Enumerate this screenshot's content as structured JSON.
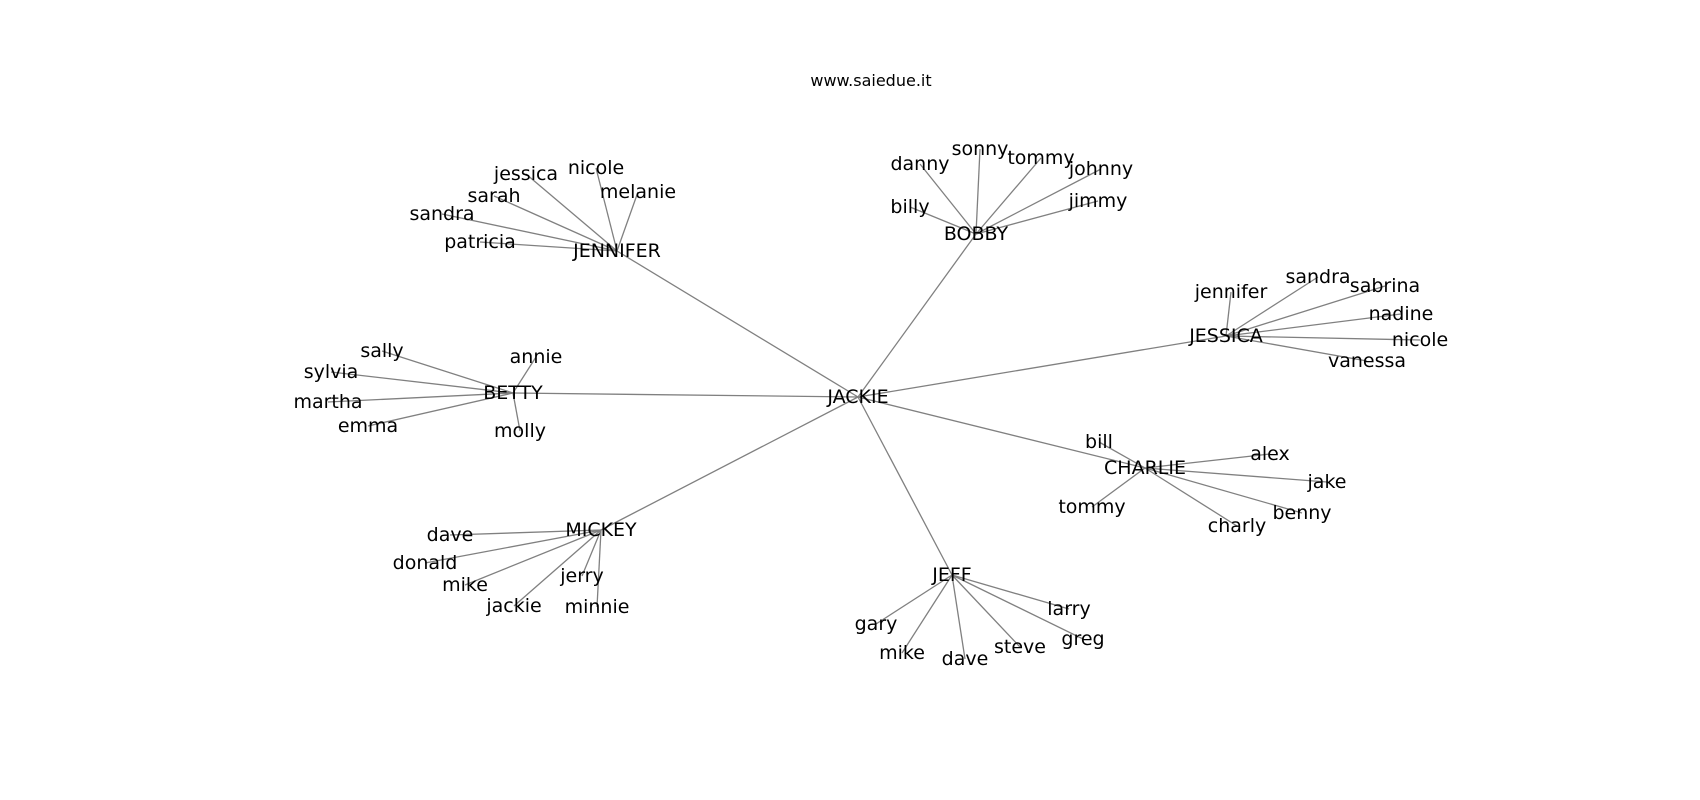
{
  "title": "www.saiedue.it",
  "root": "JACKIE",
  "groups": [
    {
      "name": "JENNIFER",
      "children": [
        "jessica",
        "nicole",
        "melanie",
        "sarah",
        "sandra",
        "patricia"
      ]
    },
    {
      "name": "BOBBY",
      "children": [
        "danny",
        "sonny",
        "tommy",
        "johnny",
        "billy",
        "jimmy"
      ]
    },
    {
      "name": "JESSICA",
      "children": [
        "jennifer",
        "sandra",
        "sabrina",
        "nadine",
        "nicole",
        "vanessa"
      ]
    },
    {
      "name": "BETTY",
      "children": [
        "sally",
        "annie",
        "sylvia",
        "martha",
        "emma",
        "molly"
      ]
    },
    {
      "name": "CHARLIE",
      "children": [
        "bill",
        "alex",
        "jake",
        "tommy",
        "benny",
        "charly"
      ]
    },
    {
      "name": "MICKEY",
      "children": [
        "dave",
        "donald",
        "mike",
        "jerry",
        "jackie",
        "minnie"
      ]
    },
    {
      "name": "JEFF",
      "children": [
        "larry",
        "greg",
        "gary",
        "mike",
        "steve",
        "dave"
      ]
    }
  ]
}
